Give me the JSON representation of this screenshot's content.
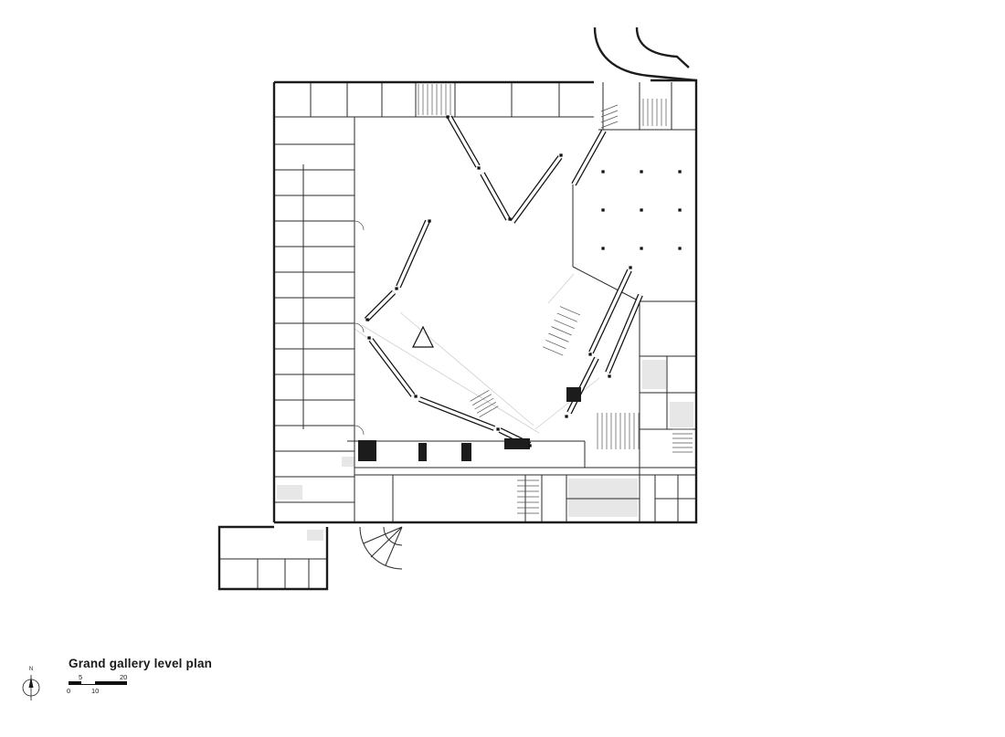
{
  "title": "Grand gallery level plan",
  "north_indicator": {
    "label": "N"
  },
  "scale_bar": {
    "upper_labels": [
      "5",
      "20"
    ],
    "lower_labels": [
      "0",
      "10"
    ]
  },
  "colors": {
    "ink": "#1c1c1c",
    "paper": "#ffffff",
    "shading": "#e7e7e7",
    "hatch": "#555555",
    "faint": "#cfcfcf"
  }
}
